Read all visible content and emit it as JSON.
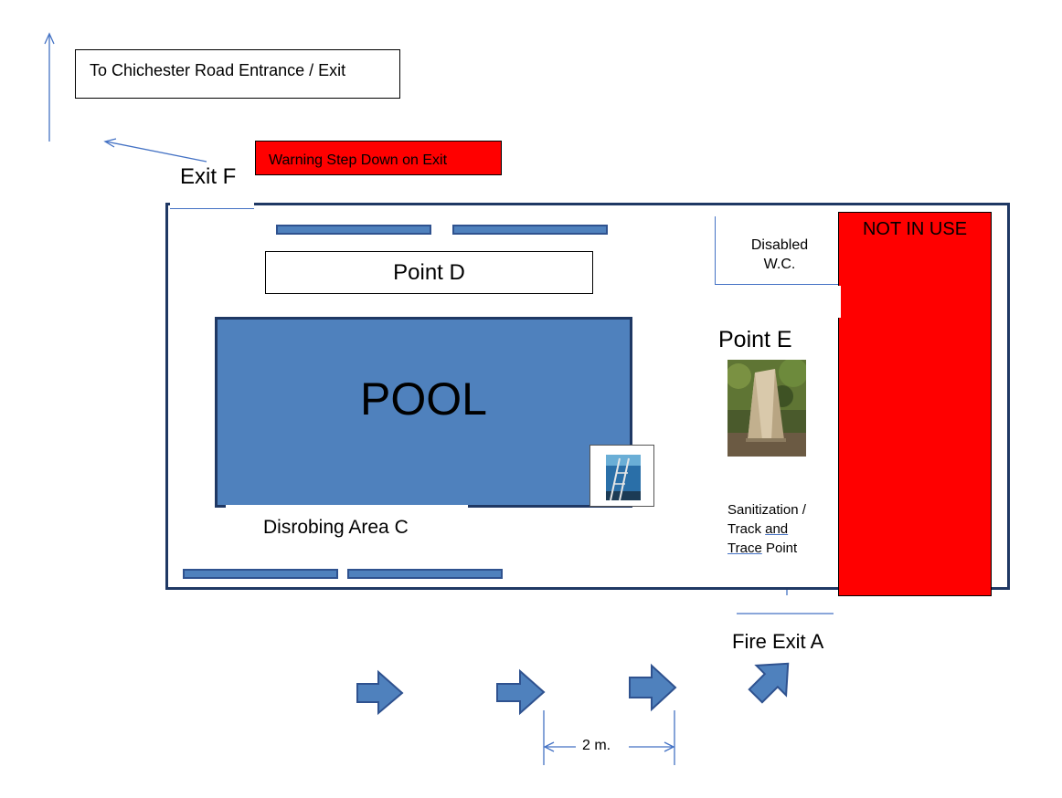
{
  "signs": {
    "route": "To Chichester Road Entrance / Exit",
    "warning": "Warning Step Down on Exit"
  },
  "labels": {
    "exit_f": "Exit F",
    "point_d": "Point D",
    "pool": "POOL",
    "disrobing_area": "Disrobing Area C",
    "disabled_wc_line1": "Disabled",
    "disabled_wc_line2": "W.C.",
    "not_in_use": "NOT IN USE",
    "point_e": "Point E",
    "sanitization_line1": "Sanitization /",
    "sanitization_line2_a": "Track",
    "sanitization_line2_b": "and",
    "sanitization_line3_a": "Trace",
    "sanitization_line3_b": "Point",
    "fire_exit_a": "Fire Exit A",
    "distance": "2 m."
  },
  "colors": {
    "pool_fill": "#4f81bd",
    "outline_dark": "#1f3864",
    "arrow_line": "#4472c4",
    "warning_red": "#ff0000"
  },
  "icons": [
    "tent-photo",
    "pool-ladder-photo",
    "direction-arrow-icon"
  ]
}
